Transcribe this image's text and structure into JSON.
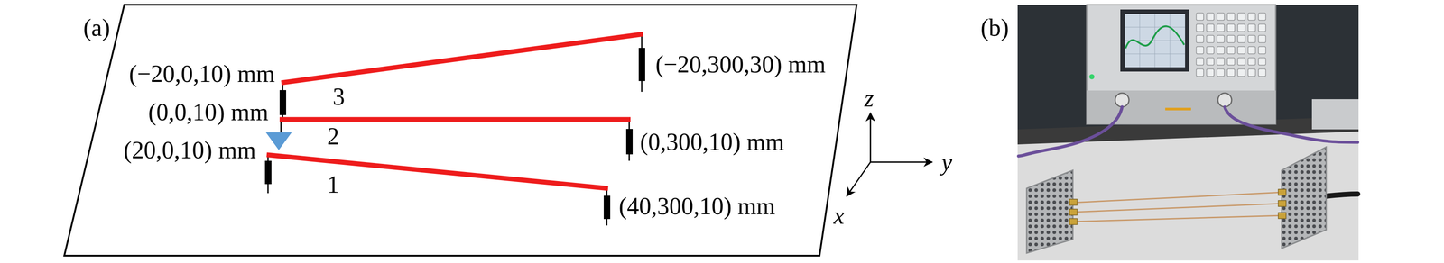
{
  "diagram": {
    "labels": [
      "(a)",
      "(−20,0,10) mm",
      "(0,0,10) mm",
      "(20,0,10) mm",
      "3",
      "2",
      "1",
      "(−20,300,30) mm",
      "(0,300,10) mm",
      "(40,300,10) mm",
      "z",
      "y",
      "x",
      "(b)"
    ]
  }
}
